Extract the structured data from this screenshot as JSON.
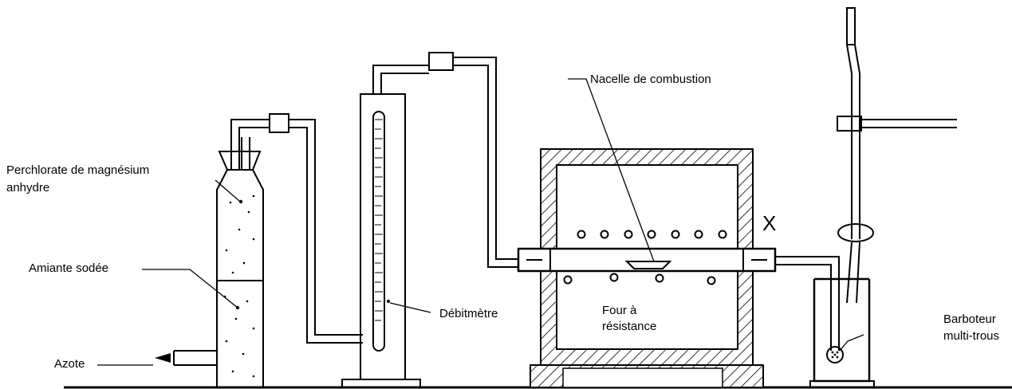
{
  "labels": {
    "perchlorate_line1": "Perchlorate de magnésium",
    "perchlorate_line2": "anhydre",
    "amiante": "Amiante sodée",
    "azote": "Azote",
    "debitmetre": "Débitmètre",
    "nacelle": "Nacelle de combustion",
    "four_line1": "Four à",
    "four_line2": "résistance",
    "x_mark": "X",
    "barboteur_line1": "Barboteur",
    "barboteur_line2": "multi-trous"
  }
}
